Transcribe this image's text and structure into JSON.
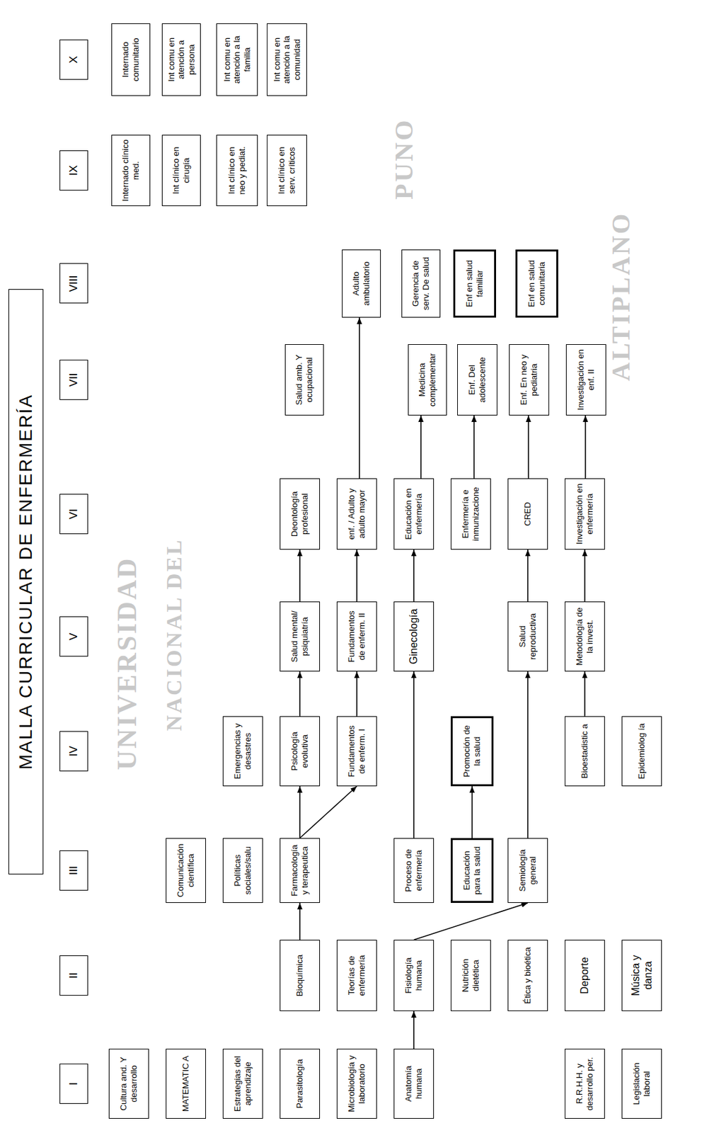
{
  "diagram": {
    "title": "MALLA CURRICULAR DE ENFERMERÍA",
    "nodes": [
      {
        "text": [
          "I"
        ]
      },
      {
        "text": [
          "II"
        ]
      },
      {
        "text": [
          "III"
        ]
      },
      {
        "text": [
          "IV"
        ]
      },
      {
        "text": [
          "V"
        ]
      },
      {
        "text": [
          "VI"
        ]
      },
      {
        "text": [
          "VII"
        ]
      },
      {
        "text": [
          "VIII"
        ]
      },
      {
        "text": [
          "IX"
        ]
      },
      {
        "text": [
          "X"
        ]
      },
      {
        "text": [
          "Cultura and. Y desarrollo"
        ]
      },
      {
        "text": [
          "MATEMATIC A"
        ]
      },
      {
        "text": [
          "Estrategias del aprendizaje"
        ]
      },
      {
        "text": [
          "Parasitología"
        ]
      },
      {
        "text": [
          "Microbiología y laboratorio"
        ]
      },
      {
        "text": [
          "Anatomía humana"
        ]
      },
      {
        "text": [
          "R.R.H.H. y desarrollo per."
        ]
      },
      {
        "text": [
          "Legislación laboral"
        ]
      },
      {
        "text": [
          "Bioquímica"
        ]
      },
      {
        "text": [
          "Teorías de enfermería"
        ]
      },
      {
        "text": [
          "Fisiología humana"
        ]
      },
      {
        "text": [
          "Nutrición dietética"
        ]
      },
      {
        "text": [
          "Ética y bioética"
        ]
      },
      {
        "text": [
          "Deporte"
        ]
      },
      {
        "text": [
          "Música y danza"
        ]
      },
      {
        "text": [
          "Comunicación científica"
        ]
      },
      {
        "text": [
          "Políticas sociales/salu"
        ]
      },
      {
        "text": [
          "Farmacología y terapeutica"
        ]
      },
      {
        "text": [
          "Proceso de enfermería"
        ]
      },
      {
        "text": [
          "Educación para la salud"
        ]
      },
      {
        "text": [
          "Semiología general"
        ]
      },
      {
        "text": [
          "Emergencias y desastres"
        ]
      },
      {
        "text": [
          "Psicología evolutiva"
        ]
      },
      {
        "text": [
          "Fundamentos de enferm. I"
        ]
      },
      {
        "text": [
          "Promoción de la salud"
        ]
      },
      {
        "text": [
          "Bioestadistic a"
        ]
      },
      {
        "text": [
          "Epidemiolog ía"
        ]
      },
      {
        "text": [
          "Salud mental/ psiquiatría"
        ]
      },
      {
        "text": [
          "Fundamentos de enferm. II"
        ]
      },
      {
        "text": [
          "Ginecología"
        ]
      },
      {
        "text": [
          "Salud reproductiva"
        ]
      },
      {
        "text": [
          "Metodología de la invest."
        ]
      },
      {
        "text": [
          "Deontología profesional"
        ]
      },
      {
        "text": [
          "enf. / Adulto y adulto mayor"
        ]
      },
      {
        "text": [
          "Educación en enfermería"
        ]
      },
      {
        "text": [
          "Enfermería e inmunizacione"
        ]
      },
      {
        "text": [
          "CRED"
        ]
      },
      {
        "text": [
          "Investigación en enfermería"
        ]
      },
      {
        "text": [
          "Salud amb. Y ocupacional"
        ]
      },
      {
        "text": [
          "Medicina complementar"
        ]
      },
      {
        "text": [
          "Enf. Del adolescente"
        ]
      },
      {
        "text": [
          "Enf. En neo y pediatria"
        ]
      },
      {
        "text": [
          "Investigación en enf. II"
        ]
      },
      {
        "text": [
          "Adulto ambulatorio"
        ]
      },
      {
        "text": [
          "Gerencia de serv. De salud"
        ]
      },
      {
        "text": [
          "Enf en salud familiar"
        ]
      },
      {
        "text": [
          "Enf en salud comunitaria"
        ]
      },
      {
        "text": [
          "Internado clínico med."
        ]
      },
      {
        "text": [
          "Int clínico en cirugía"
        ]
      },
      {
        "text": [
          "Int clínico en neo y pediat."
        ]
      },
      {
        "text": [
          "Int clínico en serv. críticos"
        ]
      },
      {
        "text": [
          "Internado comunitario"
        ]
      },
      {
        "text": [
          "Int comu en atención a persona"
        ]
      },
      {
        "text": [
          "Int comu en atención a la familia"
        ]
      },
      {
        "text": [
          "Int comu en atención a la comunidad"
        ]
      }
    ],
    "edges": [
      {
        "from": 15,
        "to": 20,
        "arrow": "to"
      },
      {
        "from": 18,
        "to": 27,
        "arrow": "to"
      },
      {
        "from": 27,
        "to": 32,
        "arrow": "to"
      },
      {
        "from": 27,
        "to": 33,
        "arrow": "to"
      },
      {
        "from": 32,
        "to": 37,
        "arrow": "to"
      },
      {
        "from": 37,
        "to": 42,
        "arrow": "to"
      },
      {
        "from": 33,
        "to": 38,
        "arrow": "to"
      },
      {
        "from": 38,
        "to": 43,
        "arrow": "to"
      },
      {
        "from": 43,
        "to": 53,
        "arrow": "to"
      },
      {
        "from": 20,
        "to": 30,
        "arrow": "to"
      },
      {
        "from": 28,
        "to": 39,
        "arrow": "to"
      },
      {
        "from": 39,
        "to": 44,
        "arrow": "to"
      },
      {
        "from": 44,
        "to": 49,
        "arrow": "to"
      },
      {
        "from": 29,
        "to": 34,
        "arrow": "to"
      },
      {
        "from": 30,
        "to": 40,
        "arrow": "to"
      },
      {
        "from": 40,
        "to": 46,
        "arrow": "to"
      },
      {
        "from": 46,
        "to": 51,
        "arrow": "to"
      },
      {
        "from": 45,
        "to": 50,
        "arrow": "to"
      },
      {
        "from": 35,
        "to": 41,
        "arrow": "to"
      },
      {
        "from": 41,
        "to": 47,
        "arrow": "to"
      },
      {
        "from": 47,
        "to": 52,
        "arrow": "to"
      }
    ],
    "labels": [
      "UNIVERSIDAD",
      "NACIONAL DEL",
      "ALTIPLANO",
      "PUNO"
    ]
  }
}
